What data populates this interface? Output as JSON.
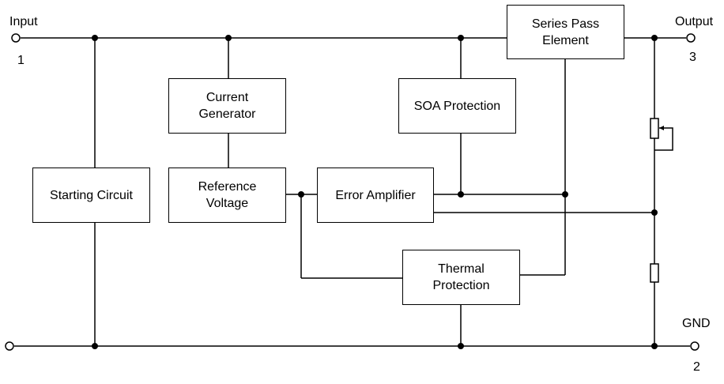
{
  "terminals": {
    "input": {
      "label": "Input",
      "pin": "1"
    },
    "output": {
      "label": "Output",
      "pin": "3"
    },
    "gnd": {
      "label": "GND",
      "pin": "2"
    }
  },
  "blocks": {
    "series_pass": "Series Pass\nElement",
    "current_generator": "Current\nGenerator",
    "soa_protection": "SOA Protection",
    "starting_circuit": "Starting Circuit",
    "reference_voltage": "Reference\nVoltage",
    "error_amplifier": "Error Amplifier",
    "thermal_protection": "Thermal\nProtection"
  }
}
